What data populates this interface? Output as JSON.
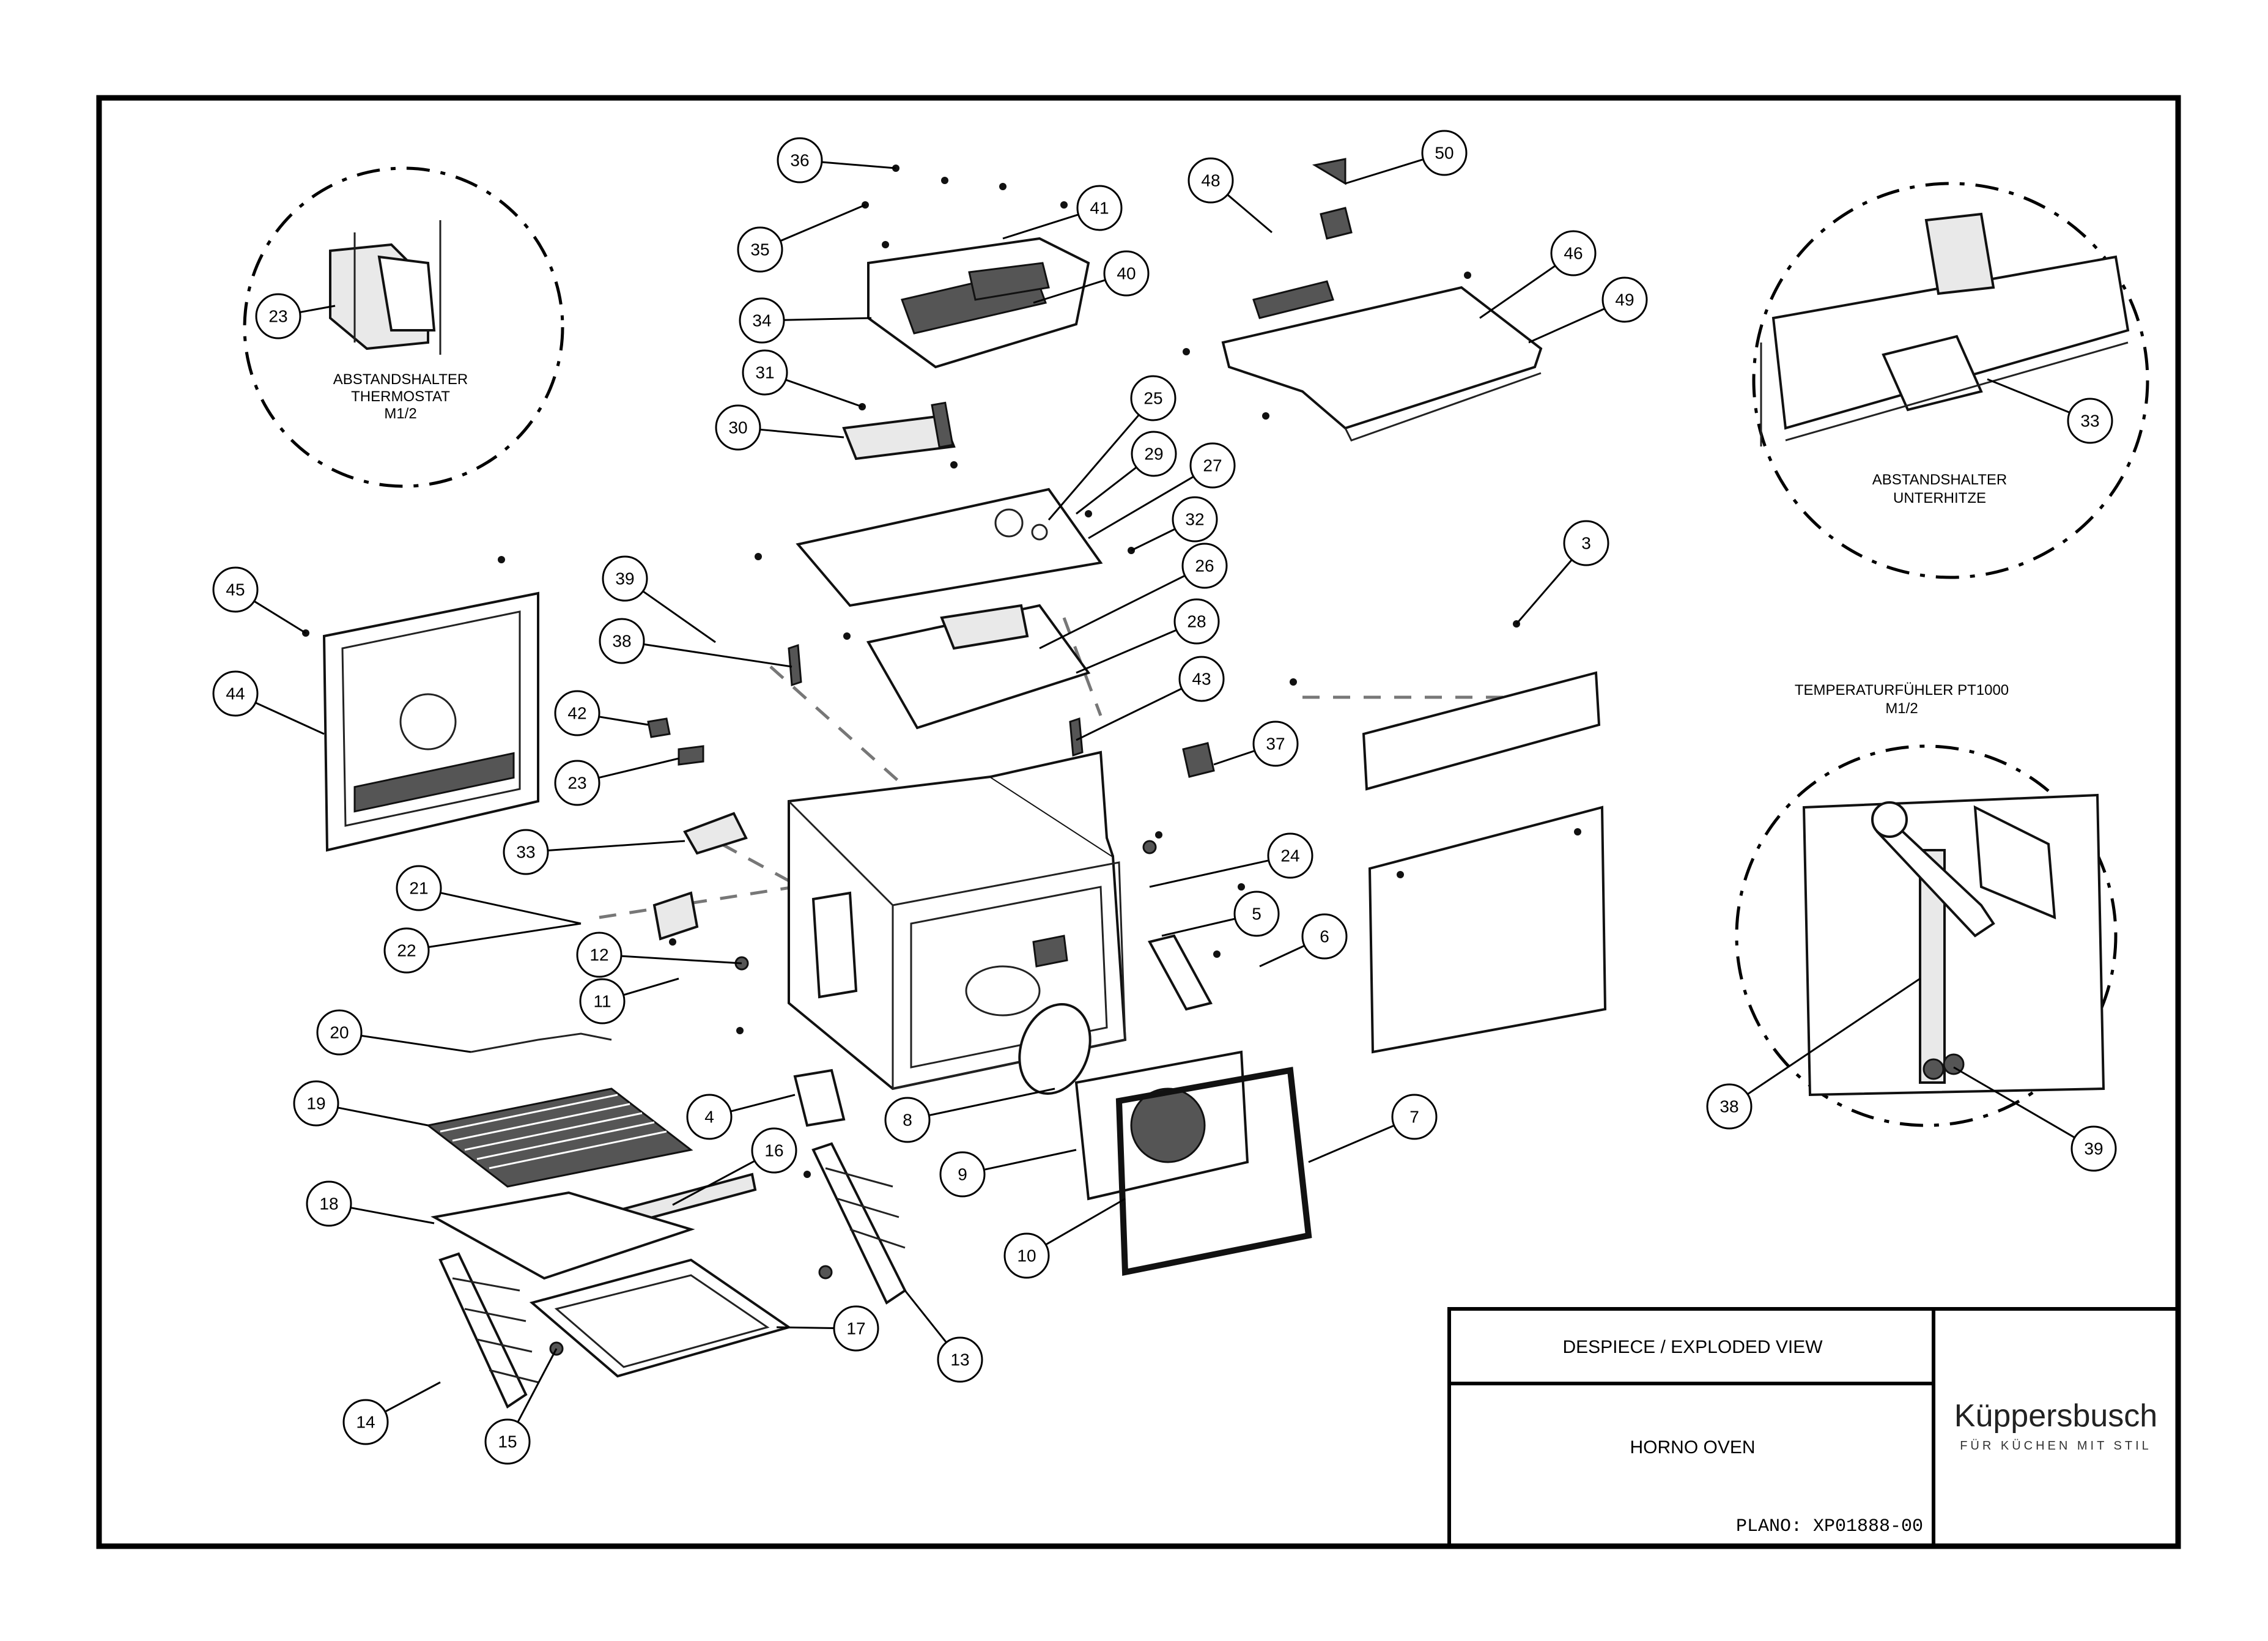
{
  "title_block": {
    "header": "DESPIECE / EXPLODED VIEW",
    "product": "HORNO OVEN",
    "plan_number": "PLANO: XP01888-00",
    "brand_name": "Küppersbusch",
    "brand_slogan": "FÜR KÜCHEN MIT STIL"
  },
  "detail_views": [
    {
      "id": "thermostat",
      "lines": [
        "ABSTANDSHALTER",
        "THERMOSTAT",
        "M1/2"
      ]
    },
    {
      "id": "unterhitze",
      "lines": [
        "ABSTANDSHALTER",
        "UNTERHITZE"
      ]
    },
    {
      "id": "pt1000",
      "lines": [
        "TEMPERATURFÜHLER PT1000",
        "M1/2"
      ]
    }
  ],
  "callouts": [
    {
      "id": "c23a",
      "label": "23"
    },
    {
      "id": "c36",
      "label": "36"
    },
    {
      "id": "c35",
      "label": "35"
    },
    {
      "id": "c41",
      "label": "41"
    },
    {
      "id": "c40",
      "label": "40"
    },
    {
      "id": "c34",
      "label": "34"
    },
    {
      "id": "c31",
      "label": "31"
    },
    {
      "id": "c30",
      "label": "30"
    },
    {
      "id": "c48",
      "label": "48"
    },
    {
      "id": "c50",
      "label": "50"
    },
    {
      "id": "c46",
      "label": "46"
    },
    {
      "id": "c49",
      "label": "49"
    },
    {
      "id": "c33a",
      "label": "33"
    },
    {
      "id": "c25",
      "label": "25"
    },
    {
      "id": "c29",
      "label": "29"
    },
    {
      "id": "c27",
      "label": "27"
    },
    {
      "id": "c32",
      "label": "32"
    },
    {
      "id": "c26",
      "label": "26"
    },
    {
      "id": "c28",
      "label": "28"
    },
    {
      "id": "c3",
      "label": "3"
    },
    {
      "id": "c45",
      "label": "45"
    },
    {
      "id": "c39a",
      "label": "39"
    },
    {
      "id": "c38a",
      "label": "38"
    },
    {
      "id": "c44",
      "label": "44"
    },
    {
      "id": "c42",
      "label": "42"
    },
    {
      "id": "c23b",
      "label": "23"
    },
    {
      "id": "c43",
      "label": "43"
    },
    {
      "id": "c37",
      "label": "37"
    },
    {
      "id": "c33b",
      "label": "33"
    },
    {
      "id": "c24",
      "label": "24"
    },
    {
      "id": "c21",
      "label": "21"
    },
    {
      "id": "c22",
      "label": "22"
    },
    {
      "id": "c12",
      "label": "12"
    },
    {
      "id": "c5",
      "label": "5"
    },
    {
      "id": "c6",
      "label": "6"
    },
    {
      "id": "c11",
      "label": "11"
    },
    {
      "id": "c20",
      "label": "20"
    },
    {
      "id": "c4",
      "label": "4"
    },
    {
      "id": "c8",
      "label": "8"
    },
    {
      "id": "c7",
      "label": "7"
    },
    {
      "id": "c19",
      "label": "19"
    },
    {
      "id": "c16",
      "label": "16"
    },
    {
      "id": "c9",
      "label": "9"
    },
    {
      "id": "c18",
      "label": "18"
    },
    {
      "id": "c10",
      "label": "10"
    },
    {
      "id": "c17",
      "label": "17"
    },
    {
      "id": "c13",
      "label": "13"
    },
    {
      "id": "c14",
      "label": "14"
    },
    {
      "id": "c15",
      "label": "15"
    },
    {
      "id": "c38b",
      "label": "38"
    },
    {
      "id": "c39b",
      "label": "39"
    }
  ]
}
